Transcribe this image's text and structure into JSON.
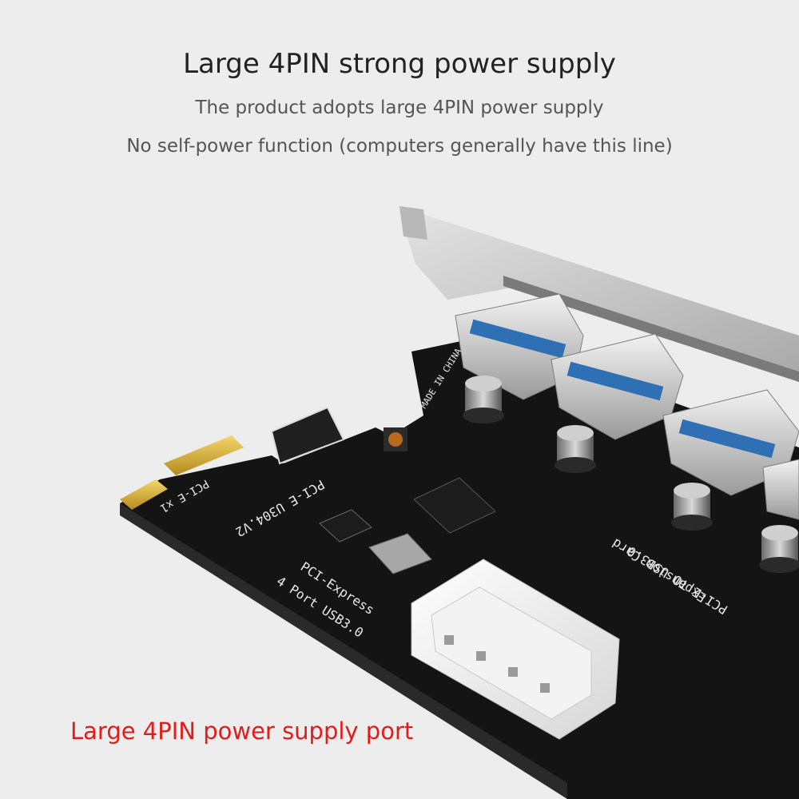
{
  "header": {
    "title": "Large 4PIN strong power supply",
    "line1": "The product adopts large 4PIN power supply",
    "line2": "No self-power function (computers generally have this line)"
  },
  "caption": "Large 4PIN power supply port",
  "board_labels": {
    "made_in": "MADE IN CHINA",
    "slot": "PCI-E x1",
    "model": "PCI-E U304.V2",
    "product_line1": "PCI-Express",
    "product_line2": "4 Port USB3.0",
    "side_line1": "PCI-E TO USB3.0",
    "side_line2": "Expansion Card"
  },
  "colors": {
    "caption": "#e21b1b",
    "pcb": "#121212",
    "usb_blue": "#2f6fb4",
    "bracket": "#cfcfcf"
  }
}
